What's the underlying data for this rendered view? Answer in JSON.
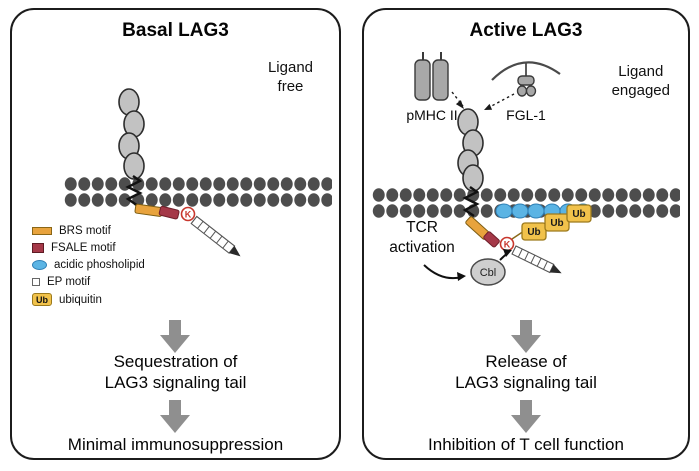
{
  "colors": {
    "brs_motif": "#E8A33D",
    "fsale_motif": "#A53848",
    "acidic_phospholipid": "#5BB4E4",
    "ubiquitin": "#F1C24B",
    "flow_arrow": "#8F8F8F",
    "membrane": "#4D4D4D"
  },
  "left_panel": {
    "title": "Basal LAG3",
    "ligand_status": "Ligand\nfree",
    "lysine_label": "K",
    "legend": [
      {
        "label": "BRS motif"
      },
      {
        "label": "FSALE motif"
      },
      {
        "label": "acidic phosholipid"
      },
      {
        "label": "EP motif"
      },
      {
        "label": "ubiquitin",
        "swatch_text": "Ub"
      }
    ],
    "outcome_step1": "Sequestration of\nLAG3 signaling tail",
    "outcome_step2": "Minimal immunosuppression"
  },
  "right_panel": {
    "title": "Active LAG3",
    "ligand_status": "Ligand\nengaged",
    "pmhc_label": "pMHC II",
    "fgl1_label": "FGL-1",
    "tcr_activation": "TCR\nactivation",
    "cbl_label": "Cbl",
    "ub_label": "Ub",
    "lysine_label": "K",
    "outcome_step1": "Release of\nLAG3 signaling tail",
    "outcome_step2": "Inhibition of T cell function"
  }
}
